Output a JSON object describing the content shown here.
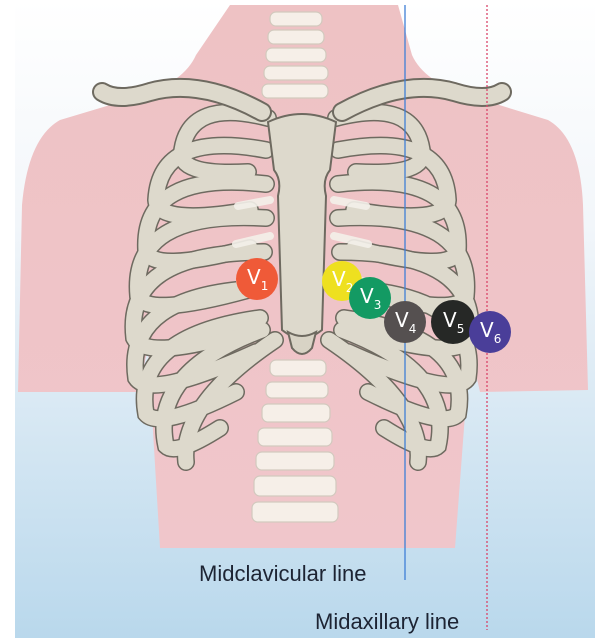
{
  "diagram": {
    "electrodes": [
      {
        "id": "V1",
        "letter": "V",
        "sub": "1",
        "color": "#ef5a38"
      },
      {
        "id": "V2",
        "letter": "V",
        "sub": "2",
        "color": "#eee020"
      },
      {
        "id": "V3",
        "letter": "V",
        "sub": "3",
        "color": "#139a63"
      },
      {
        "id": "V4",
        "letter": "V",
        "sub": "4",
        "color": "#555050"
      },
      {
        "id": "V5",
        "letter": "V",
        "sub": "5",
        "color": "#262826"
      },
      {
        "id": "V6",
        "letter": "V",
        "sub": "6",
        "color": "#4a3e99"
      }
    ],
    "reference_lines": {
      "midclavicular": {
        "label": "Midclavicular line",
        "color": "#3f7fd6"
      },
      "midaxillary": {
        "label": "Midaxillary line",
        "color": "#d9456a"
      }
    },
    "colors": {
      "torso": "#f2c3c6",
      "bone": "#ddd9cc",
      "bone_outline": "#6e6a60",
      "background_top": "#ffffff",
      "background_bottom": "#b9d8ec"
    }
  }
}
